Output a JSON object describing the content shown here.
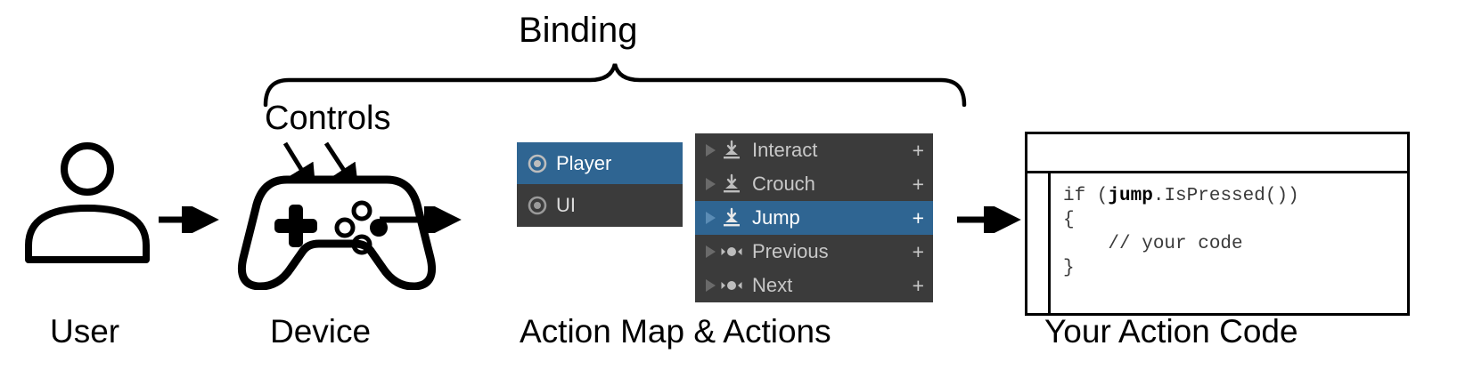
{
  "diagram": {
    "title_brace_label": "Binding",
    "controls_label": "Controls",
    "captions": {
      "user": "User",
      "device": "Device",
      "action_map": "Action Map & Actions",
      "code": "Your Action Code"
    }
  },
  "action_map_panel": {
    "rows": [
      {
        "label": "Player",
        "selected": true,
        "icon": "action-map-icon"
      },
      {
        "label": "UI",
        "selected": false,
        "icon": "action-map-icon"
      }
    ]
  },
  "actions_panel": {
    "add_label": "+",
    "rows": [
      {
        "label": "Interact",
        "icon": "button-action-icon",
        "selected": false,
        "expand": "chevron-right-icon",
        "add": "+"
      },
      {
        "label": "Crouch",
        "icon": "button-action-icon",
        "selected": false,
        "expand": "chevron-right-icon",
        "add": "+"
      },
      {
        "label": "Jump",
        "icon": "button-action-icon",
        "selected": true,
        "expand": "chevron-right-icon",
        "add": "+"
      },
      {
        "label": "Previous",
        "icon": "axis-action-icon",
        "selected": false,
        "expand": "chevron-right-icon",
        "add": "+"
      },
      {
        "label": "Next",
        "icon": "axis-action-icon",
        "selected": false,
        "expand": "chevron-right-icon",
        "add": "+"
      }
    ]
  },
  "code_window": {
    "title": "",
    "code_lines": [
      "if (jump.IsPressed())",
      "{",
      "    // your code",
      "}"
    ],
    "code_keyword_bold": "jump"
  },
  "colors": {
    "selection_blue": "#2f6592",
    "panel_dark": "#3b3b3b",
    "panel_text": "#c8c8c8",
    "stroke_black": "#000000",
    "background": "#ffffff"
  }
}
